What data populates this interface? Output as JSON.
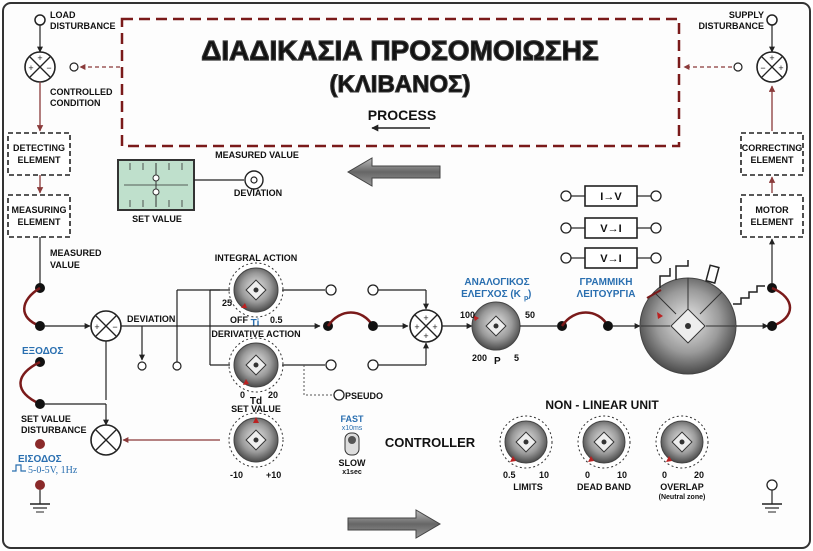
{
  "process": {
    "title": "ΔΙΑΔΙΚΑΣΙΑ ΠΡΟΣΟΜΟΙΩΣΗΣ",
    "subtitle": "(ΚΛΙΒΑΝΟΣ)",
    "label": "PROCESS"
  },
  "left": {
    "load_disturbance": [
      "LOAD",
      "DISTURBANCE"
    ],
    "controlled_condition": [
      "CONTROLLED",
      "CONDITION"
    ],
    "detecting_element": [
      "DETECTING",
      "ELEMENT"
    ],
    "measuring_element": [
      "MEASURING",
      "ELEMENT"
    ],
    "measured_value": [
      "MEASURED",
      "VALUE"
    ],
    "output": "ΕΞΟΔΟΣ",
    "set_value_disturbance": [
      "SET VALUE",
      "DISTURBANCE"
    ],
    "input": "ΕΙΣΟΔΟΣ",
    "input_signal": "5-0-5V, 1Hz",
    "deviation": "DEVIATION"
  },
  "right": {
    "supply_disturbance": [
      "SUPPLY",
      "DISTURBANCE"
    ],
    "correcting_element": [
      "CORRECTING",
      "ELEMENT"
    ],
    "motor_element": [
      "MOTOR",
      "ELEMENT"
    ]
  },
  "meter": {
    "measured_value": "MEASURED VALUE",
    "deviation": "DEVIATION",
    "set_value": "SET VALUE"
  },
  "converters": [
    "I→V",
    "V→I",
    "V→I"
  ],
  "controller": {
    "integral_action": "INTEGRAL ACTION",
    "integral_min": "25",
    "integral_off": "OFF",
    "integral_max": "0.5",
    "integral_symbol": "Ti",
    "derivative_action": "DERIVATIVE ACTION",
    "derivative_min": "0",
    "derivative_max": "20",
    "derivative_symbol": "Td",
    "pseudo": "PSEUDO",
    "set_value": "SET VALUE",
    "set_min": "-10",
    "set_max": "+10",
    "fast": "FAST",
    "fast_sub": "x10ms",
    "slow": "SLOW",
    "slow_sub": "x1sec",
    "label": "CONTROLLER",
    "proportional_title": [
      "ΑΝΑΛΟΓΙΚΟΣ",
      "ΕΛΕΓΧΟΣ (K"
    ],
    "proportional_sub": "p",
    "prop_100": "100",
    "prop_50": "50",
    "prop_200": "200",
    "prop_p": "P",
    "prop_5": "5",
    "linear_title": [
      "ΓΡΑΜΜΙΚΗ",
      "ΛΕΙΤΟΥΡΓΙΑ"
    ]
  },
  "nonlinear": {
    "title": "NON - LINEAR UNIT",
    "limits": {
      "min": "0.5",
      "max": "10",
      "label": "LIMITS"
    },
    "deadband": {
      "min": "0",
      "max": "10",
      "label": "DEAD BAND"
    },
    "overlap": {
      "min": "0",
      "max": "20",
      "label": "OVERLAP",
      "sub": "(Neutral zone)"
    }
  },
  "colors": {
    "accent_red": "#7a1a1a",
    "blue_text": "#2a6fb0",
    "meter_green": "#bfe0cc"
  }
}
